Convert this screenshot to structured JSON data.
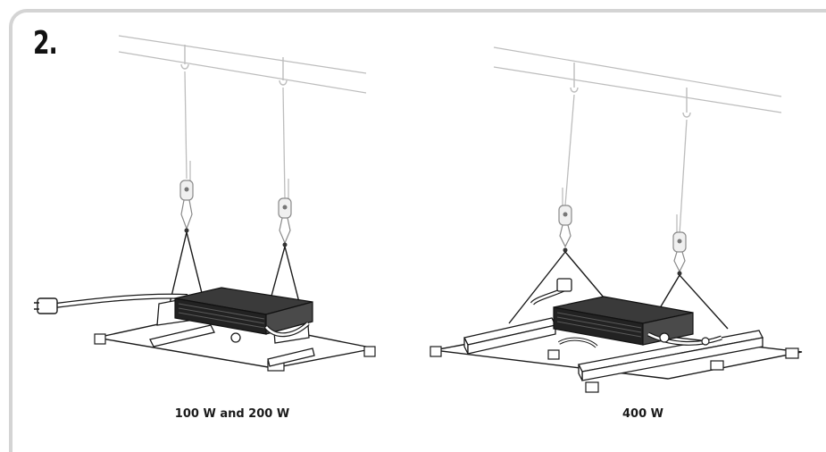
{
  "step": {
    "number": "2."
  },
  "panels": [
    {
      "caption": "100 W and 200 W"
    },
    {
      "caption": "400 W"
    }
  ],
  "colors": {
    "frame": "#d4d4d4",
    "rope": "#bdbdbd",
    "line": "#1a1a1a",
    "driver": "#222222"
  }
}
